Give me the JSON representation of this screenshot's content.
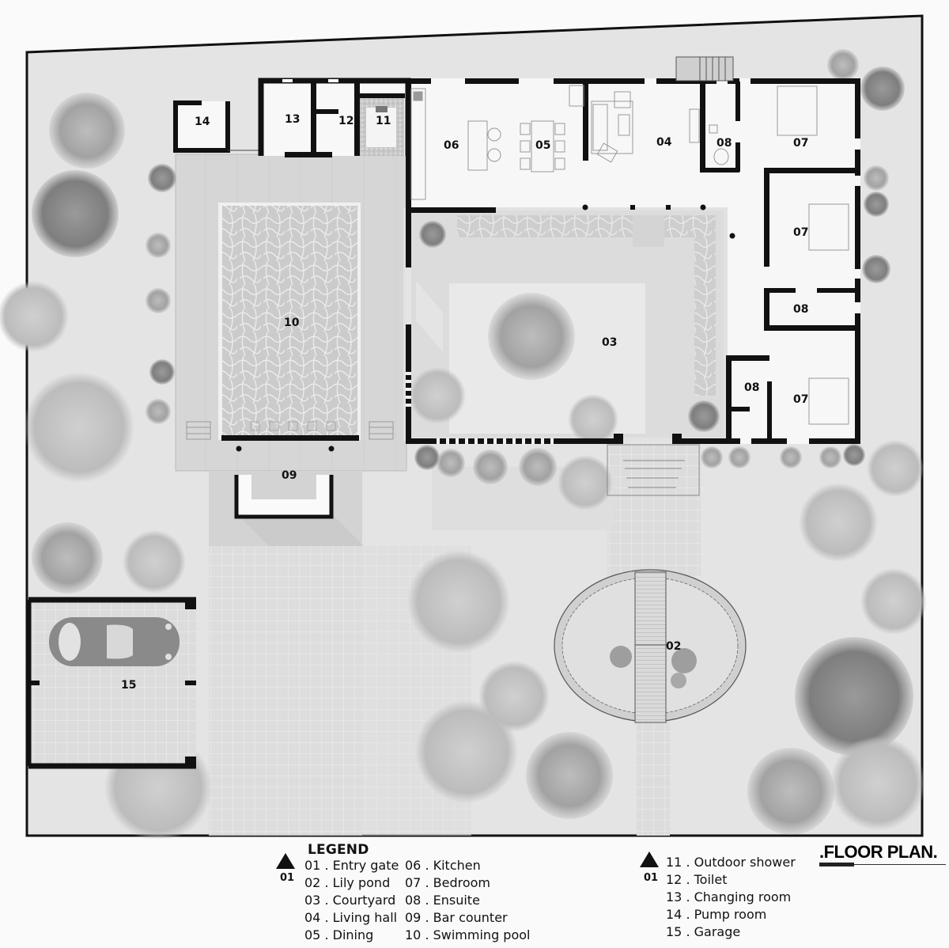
{
  "title": ".FLOOR PLAN.",
  "legend": {
    "heading": "LEGEND",
    "north_marker": {
      "icon": "north-arrow-triangle-icon",
      "label": "01"
    },
    "columns": [
      [
        {
          "code": "01",
          "name": "Entry gate",
          "text": "01 . Entry gate"
        },
        {
          "code": "02",
          "name": "Lily pond",
          "text": "02 . Lily pond"
        },
        {
          "code": "03",
          "name": "Courtyard",
          "text": "03 . Courtyard"
        },
        {
          "code": "04",
          "name": "Living hall",
          "text": "04 . Living hall"
        },
        {
          "code": "05",
          "name": "Dining",
          "text": "05 . Dining"
        }
      ],
      [
        {
          "code": "06",
          "name": "Kitchen",
          "text": "06 . Kitchen"
        },
        {
          "code": "07",
          "name": "Bedroom",
          "text": "07 . Bedroom"
        },
        {
          "code": "08",
          "name": "Ensuite",
          "text": "08 . Ensuite"
        },
        {
          "code": "09",
          "name": "Bar counter",
          "text": "09 . Bar counter"
        },
        {
          "code": "10",
          "name": "Swimming pool",
          "text": "10 . Swimming pool"
        }
      ],
      [
        {
          "code": "11",
          "name": "Outdoor shower",
          "text": "11 . Outdoor shower"
        },
        {
          "code": "12",
          "name": "Toilet",
          "text": "12 . Toilet"
        },
        {
          "code": "13",
          "name": "Changing room",
          "text": "13 . Changing room"
        },
        {
          "code": "14",
          "name": "Pump room",
          "text": "14 . Pump room"
        },
        {
          "code": "15",
          "name": "Garage",
          "text": "15 . Garage"
        }
      ]
    ],
    "second_marker": {
      "icon": "north-arrow-triangle-icon",
      "label": "01"
    }
  },
  "rooms": {
    "r02": "02",
    "r03": "03",
    "r04": "04",
    "r05": "05",
    "r06": "06",
    "r07a": "07",
    "r07b": "07",
    "r07c": "07",
    "r08a": "08",
    "r08b": "08",
    "r08c": "08",
    "r09": "09",
    "r10": "10",
    "r11": "11",
    "r12": "12",
    "r13": "13",
    "r14": "14",
    "r15": "15"
  },
  "colors": {
    "wall": "#111111",
    "site": "#e6e6e6",
    "interior": "#f7f7f7",
    "deck": "#d9d9d9",
    "water": "#cfcfcf",
    "tree": "#a8a8a8",
    "tree_dark": "#8c8c8c"
  }
}
